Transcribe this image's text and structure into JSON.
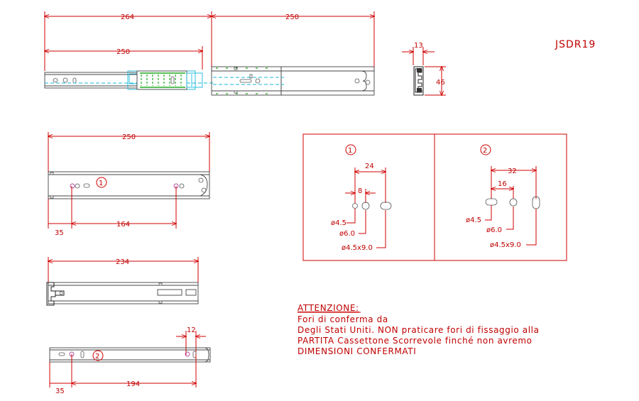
{
  "code": "JSDR19",
  "top_view": {
    "dim_total": "264",
    "dim_extension": "250",
    "dim_inner": "250"
  },
  "end_view": {
    "dim_width": "13",
    "dim_height": "46"
  },
  "view_outer": {
    "dim_length": "250",
    "dim_offset": "35",
    "dim_spacing": "164",
    "marker": "1"
  },
  "view_middle": {
    "dim_length": "234"
  },
  "view_inner": {
    "dim_small": "12",
    "dim_offset": "35",
    "dim_spacing": "194",
    "marker": "2"
  },
  "detail_1": {
    "marker": "1",
    "dim_outer": "24",
    "dim_inner": "8",
    "label_small": "ø4.5",
    "label_round": "ø6.0",
    "label_slot": "ø4.5x9.0"
  },
  "detail_2": {
    "marker": "2",
    "dim_outer": "32",
    "dim_inner": "16",
    "label_small": "ø4.5",
    "label_round": "ø6.0",
    "label_slot": "ø4.5x9.0"
  },
  "notice": {
    "title": "ATTENZIONE:",
    "line1": "Fori di conferma da",
    "line2": "Degli Stati Uniti. NON praticare fori di fissaggio alla",
    "line3": "PARTITA Cassettone Scorrevole finché non avremo",
    "line4": "DIMENSIONI CONFERMATI"
  }
}
